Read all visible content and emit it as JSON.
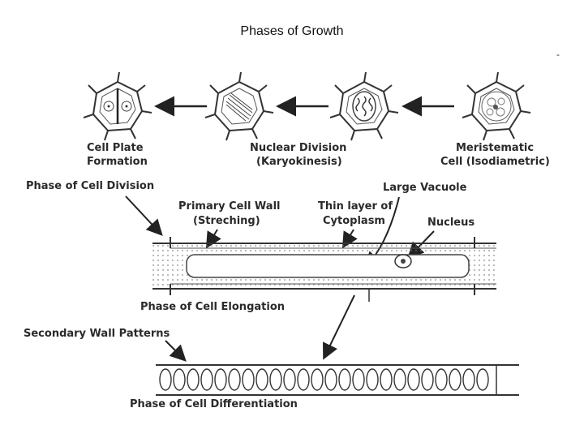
{
  "title": "Phases of Growth",
  "corner_mark": "-",
  "cells_row": {
    "meristematic": {
      "line1": "Meristematic",
      "line2": "Cell (Isodiametric)"
    },
    "nuclear_division": {
      "line1": "Nuclear Division",
      "line2": "(Karyokinesis)"
    },
    "cell_plate": {
      "line1": "Cell Plate",
      "line2": "Formation"
    }
  },
  "phases": {
    "division": "Phase of Cell Division",
    "elongation": "Phase of Cell Elongation",
    "differentiation": "Phase of Cell Differentiation"
  },
  "elongation_labels": {
    "primary_wall": {
      "line1": "Primary Cell Wall",
      "line2": "(Streching)"
    },
    "thin_layer": {
      "line1": "Thin layer of",
      "line2": "Cytoplasm"
    },
    "large_vacuole": "Large Vacuole",
    "nucleus": "Nucleus"
  },
  "secondary_wall": "Secondary Wall Patterns"
}
